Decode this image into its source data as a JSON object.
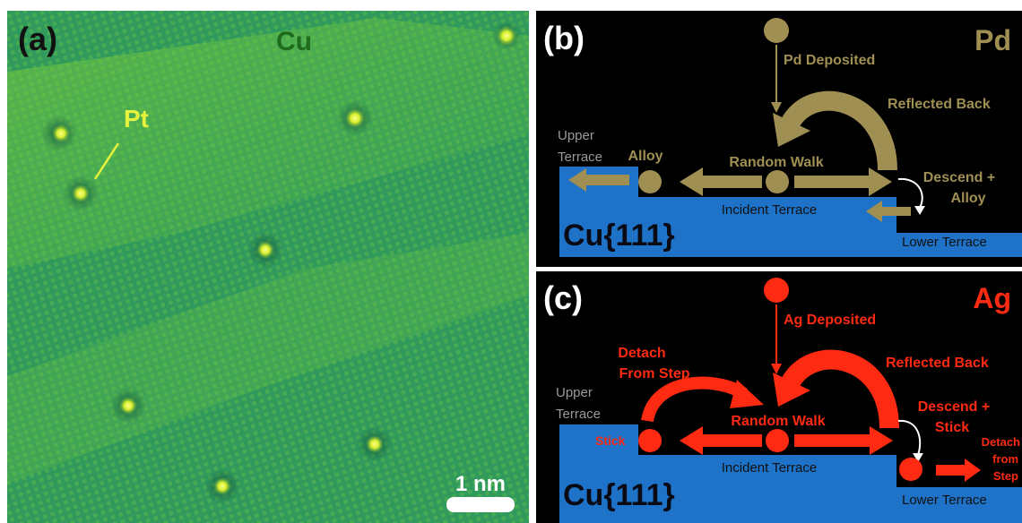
{
  "panel_a": {
    "label": "(a)",
    "element_label": "Cu",
    "atom_label": "Pt",
    "scale_bar_label": "1 nm",
    "colors": {
      "surface": "#2f9a5c",
      "bright": "#f4ff5a",
      "label": "#1e6b1e",
      "pt": "#e6f23c"
    }
  },
  "panel_b": {
    "label": "(b)",
    "metal": "Pd",
    "deposited": "Pd Deposited",
    "reflected": "Reflected Back",
    "upper_terrace_line1": "Upper",
    "upper_terrace_line2": "Terrace",
    "alloy": "Alloy",
    "random_walk": "Random Walk",
    "descend_line1": "Descend +",
    "descend_line2": "Alloy",
    "incident_terrace": "Incident Terrace",
    "substrate": "Cu{111}",
    "lower_terrace": "Lower Terrace",
    "colors": {
      "accent": "#a08f52",
      "substrate": "#1e73c8",
      "background": "#000000"
    }
  },
  "panel_c": {
    "label": "(c)",
    "metal": "Ag",
    "deposited": "Ag Deposited",
    "detach_step_line1": "Detach",
    "detach_step_line2": "From Step",
    "reflected": "Reflected Back",
    "upper_terrace_line1": "Upper",
    "upper_terrace_line2": "Terrace",
    "stick": "Stick",
    "random_walk": "Random Walk",
    "descend_line1": "Descend +",
    "descend_line2": "Stick",
    "detach_right_line1": "Detach",
    "detach_right_line2": "from",
    "detach_right_line3": "Step",
    "incident_terrace": "Incident Terrace",
    "substrate": "Cu{111}",
    "lower_terrace": "Lower Terrace",
    "colors": {
      "accent": "#ff2a12",
      "substrate": "#1e73c8",
      "background": "#000000"
    }
  }
}
